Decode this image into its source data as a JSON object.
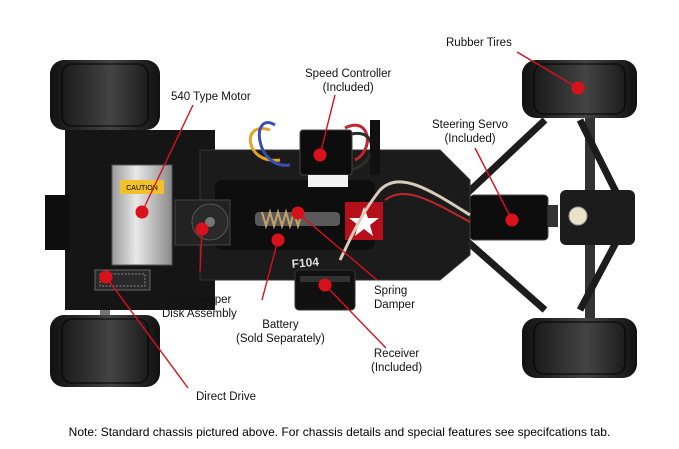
{
  "labels": {
    "rubber_tires": "Rubber Tires",
    "speed_controller_1": "Speed Controller",
    "speed_controller_2": "(Included)",
    "motor": "540 Type Motor",
    "steering_servo_1": "Steering Servo",
    "steering_servo_2": "(Included)",
    "spring_damper_1": "Spring",
    "spring_damper_2": "Damper",
    "roll_damper_1": "Roll Damper",
    "roll_damper_2": "Disk Assembly",
    "battery_1": "Battery",
    "battery_2": "(Sold Separately)",
    "receiver_1": "Receiver",
    "receiver_2": "(Included)",
    "direct_drive": "Direct Drive"
  },
  "decals": {
    "chassis_model": "F104",
    "motor_warning": "CAUTION"
  },
  "note": "Note: Standard chassis pictured above. For chassis details and special features see specifcations tab.",
  "colors": {
    "callout": "#d9111b",
    "chassis": "#1b1b1b",
    "tire": "#222222",
    "background": "#ffffff"
  }
}
